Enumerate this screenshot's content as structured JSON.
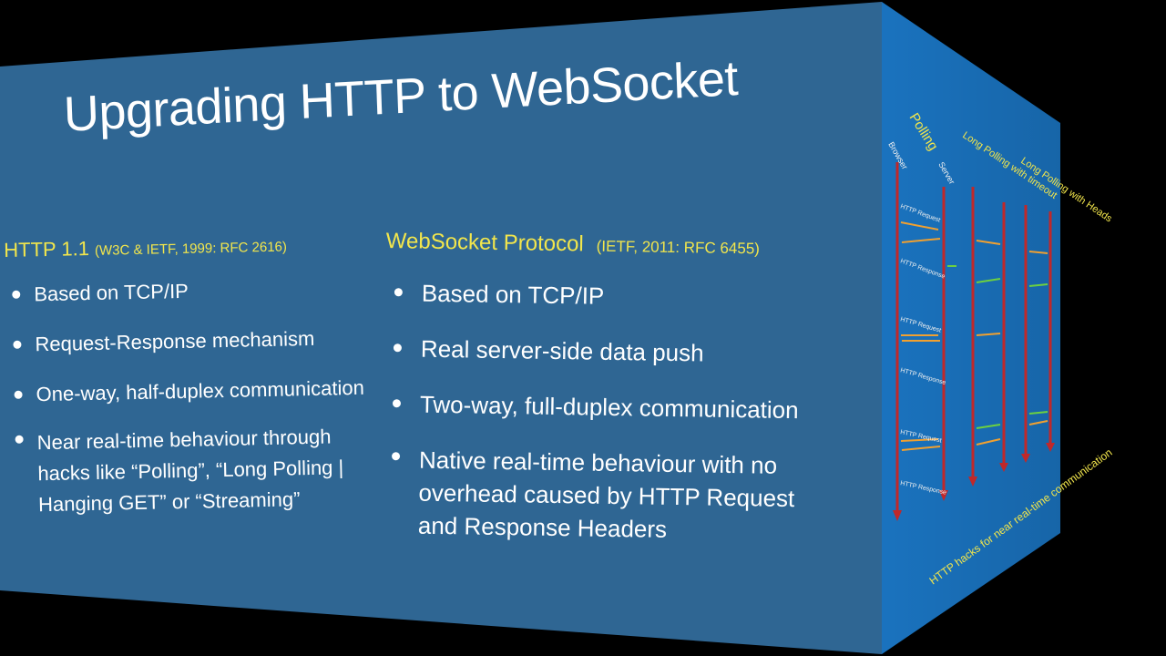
{
  "slide": {
    "title": "Upgrading HTTP to WebSocket",
    "left_column": {
      "heading": "HTTP 1.1",
      "heading_note": "(W3C & IETF, 1999:  RFC 2616)",
      "bullets": [
        {
          "lines": [
            "Based on TCP/IP"
          ]
        },
        {
          "lines": [
            "Request-Response mechanism"
          ]
        },
        {
          "lines": [
            "One-way, half-duplex communication"
          ]
        },
        {
          "lines": [
            "Near real-time behaviour through",
            "hacks like “Polling”, “Long Polling |",
            "Hanging GET” or “Streaming”"
          ]
        }
      ]
    },
    "right_column": {
      "heading": "WebSocket Protocol",
      "heading_note": "(IETF, 2011:  RFC 6455)",
      "bullets": [
        {
          "lines": [
            "Based on TCP/IP"
          ]
        },
        {
          "lines": [
            "Real server-side data push"
          ]
        },
        {
          "lines": [
            "Two-way, full-duplex communication"
          ]
        },
        {
          "lines": [
            "Native real-time behaviour with no",
            "overhead caused by HTTP Request",
            "and Response Headers"
          ]
        }
      ]
    }
  },
  "side_slide": {
    "polling_label": "Polling",
    "long_polling_label": "Long Polling with timeout",
    "long_polling_label_2": "Long Polling with Heads",
    "browser_label": "Browser",
    "server_label": "Server",
    "http_request_label": "HTTP Request",
    "http_response_label": "HTTP Response",
    "footer_note": "HTTP hacks for near real-time communication"
  },
  "colors": {
    "front_face": "#2f6693",
    "side_face": "#1a73bf",
    "heading": "#f2e64c",
    "text": "#ffffff",
    "arrow_orange": "#f0a030",
    "arrow_green": "#6cd040",
    "arrow_red": "#c0282a"
  }
}
